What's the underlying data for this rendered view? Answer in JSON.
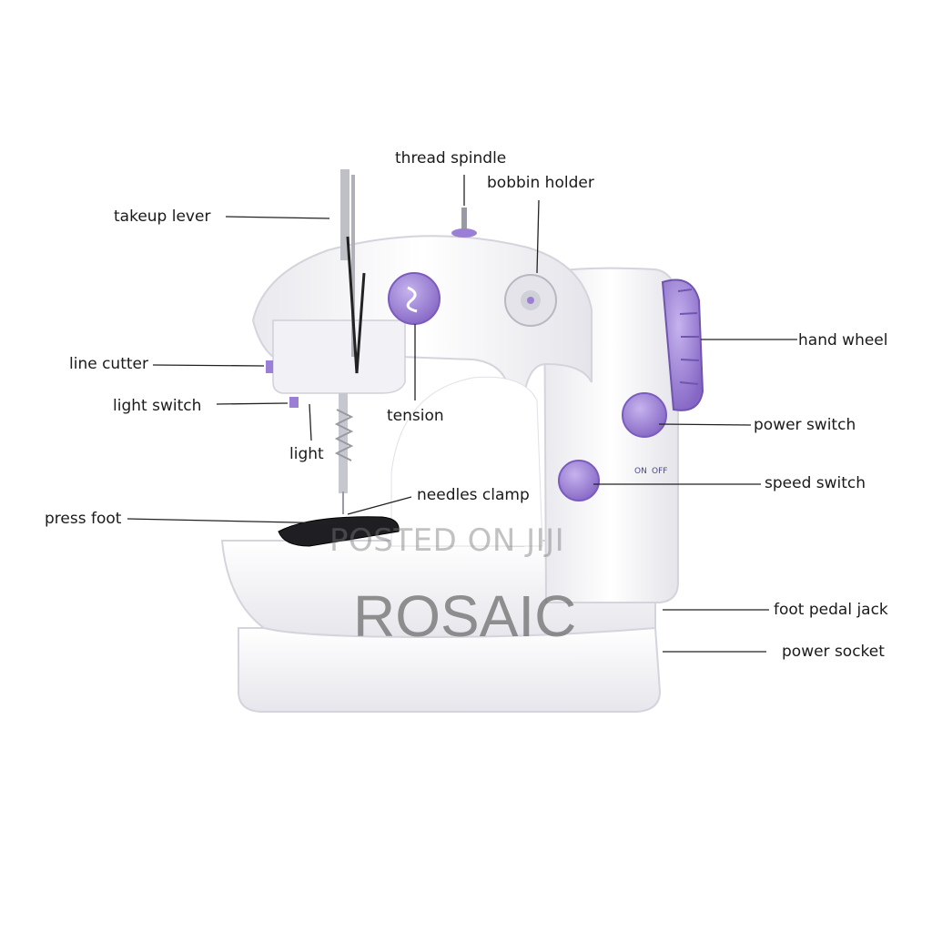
{
  "labels": {
    "thread_spindle": "thread spindle",
    "bobbin_holder": "bobbin holder",
    "takeup_lever": "takeup lever",
    "hand_wheel": "hand wheel",
    "line_cutter": "line cutter",
    "light_switch": "light switch",
    "tension": "tension",
    "light": "light",
    "power_switch": "power switch",
    "speed_switch": "speed switch",
    "needles_clamp": "needles clamp",
    "press_foot": "press foot",
    "foot_pedal_jack": "foot pedal jack",
    "power_socket": "power socket"
  },
  "switch_marks": {
    "on": "ON",
    "off": "OFF"
  },
  "watermark": {
    "posted": "POSTED ON JIJI",
    "brand": "ROSAIC"
  },
  "colors": {
    "accent": "#9b7fd4",
    "accent_dark": "#6f55b0",
    "body": "#f7f7f9",
    "outline": "#d8d8e0",
    "text": "#1a1a1a"
  }
}
